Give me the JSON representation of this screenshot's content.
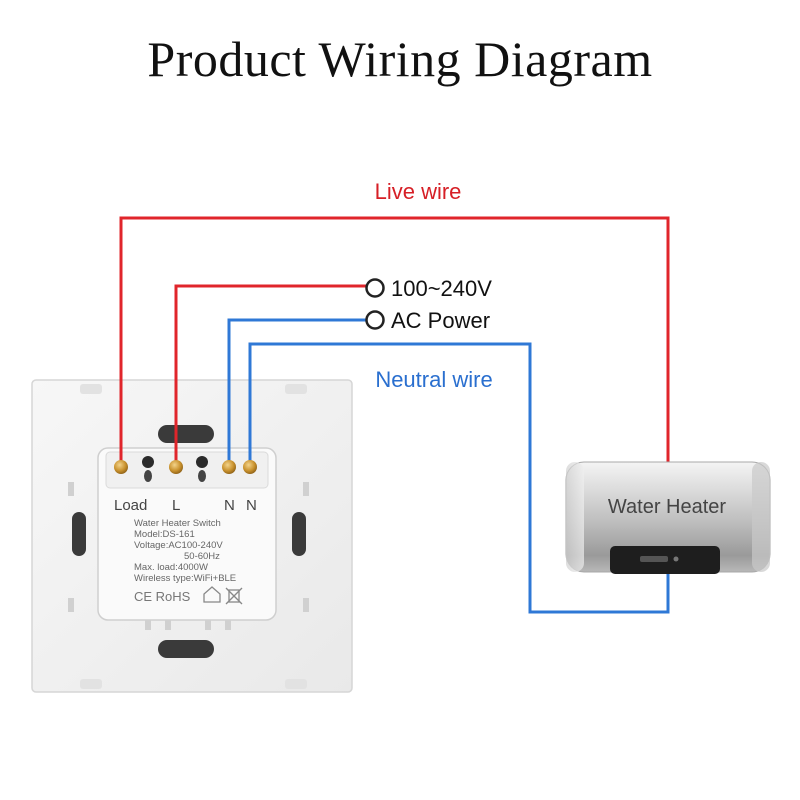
{
  "title": "Product Wiring Diagram",
  "labels": {
    "live_wire": "Live wire",
    "neutral_wire": "Neutral wire",
    "voltage": "100~240V",
    "ac_power": "AC Power"
  },
  "switch": {
    "terminals": [
      "Load",
      "L",
      "N",
      "N"
    ],
    "spec_lines": [
      "Water Heater Switch",
      "Model:DS-161",
      "Voltage:AC100-240V",
      "50-60Hz",
      "Max. load:4000W",
      "Wireless type:WiFi+BLE"
    ],
    "cert_marks": "CE RoHS"
  },
  "heater": {
    "label": "Water Heater"
  },
  "colors": {
    "live": "#e0252b",
    "neutral": "#2f78d6",
    "live_text": "#d61f26",
    "neutral_text": "#2a6fcf"
  }
}
